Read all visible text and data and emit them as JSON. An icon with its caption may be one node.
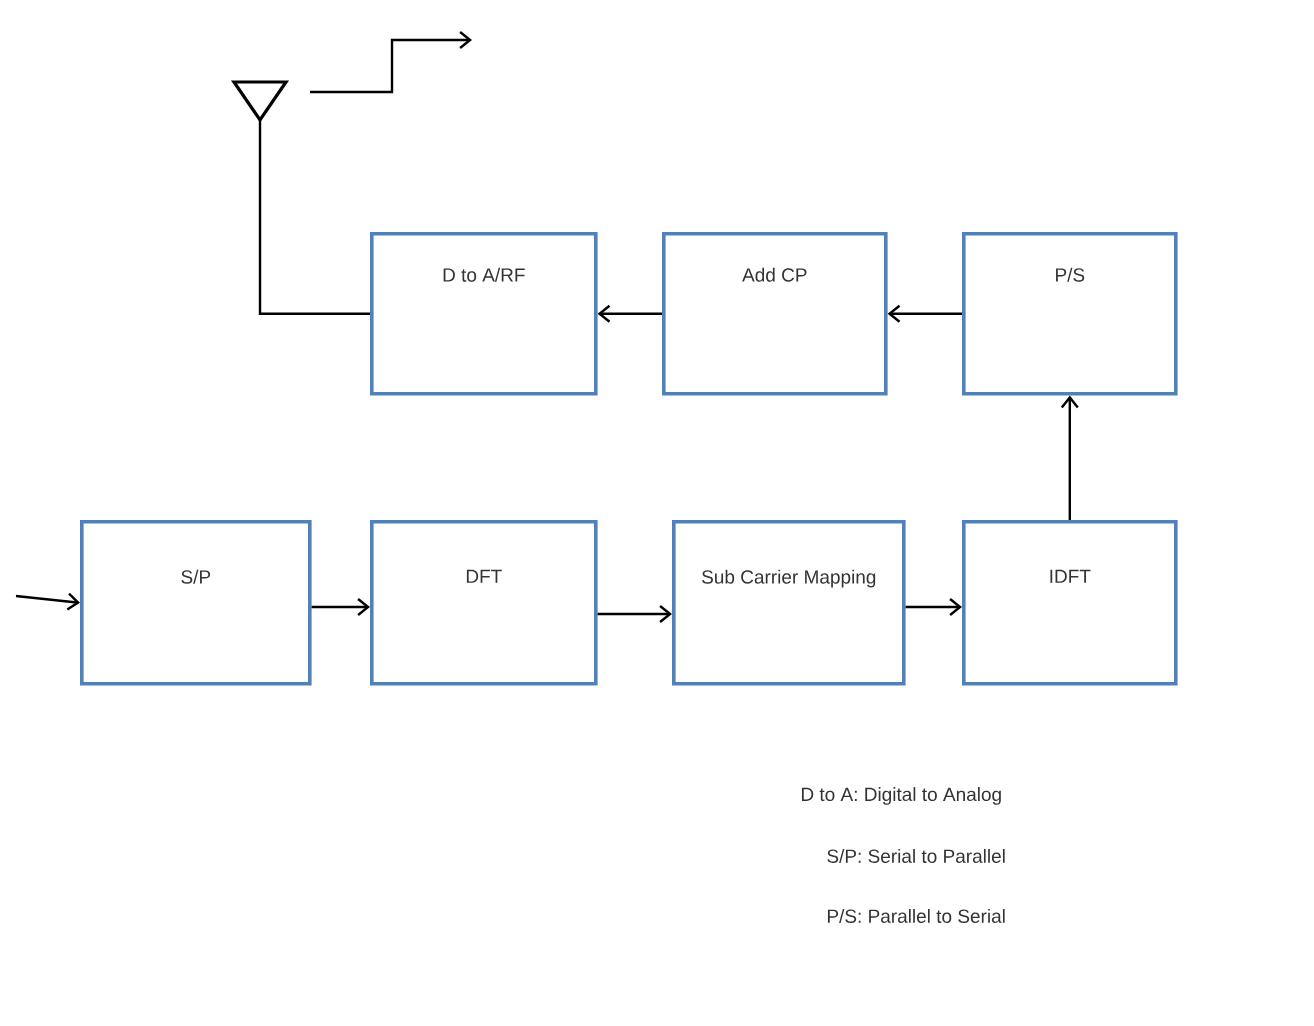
{
  "diagram": {
    "nodes": [
      {
        "text": [
          "S/P"
        ]
      },
      {
        "text": [
          "DFT"
        ]
      },
      {
        "text": [
          "Sub Carrier Mapping"
        ]
      },
      {
        "text": [
          "IDFT"
        ]
      },
      {
        "text": [
          "P/S"
        ]
      },
      {
        "text": [
          "Add CP"
        ]
      },
      {
        "text": [
          "D to A/RF"
        ]
      },
      {
        "text": [],
        "shape": "antenna"
      }
    ],
    "edges": [
      {
        "from": null,
        "to": 0,
        "arrow": "to"
      },
      {
        "from": 0,
        "to": 1,
        "arrow": "to"
      },
      {
        "from": 1,
        "to": 2,
        "arrow": "to"
      },
      {
        "from": 2,
        "to": 3,
        "arrow": "to"
      },
      {
        "from": 3,
        "to": 4,
        "arrow": "to"
      },
      {
        "from": 4,
        "to": 5,
        "arrow": "to"
      },
      {
        "from": 5,
        "to": 6,
        "arrow": "to"
      },
      {
        "from": 6,
        "to": 7,
        "arrow": "none"
      },
      {
        "from": 7,
        "to": null,
        "arrow": "to"
      }
    ],
    "labels": [
      "D to A: Digital to Analog",
      "S/P: Serial to Parallel",
      "P/S: Parallel to Serial"
    ]
  }
}
